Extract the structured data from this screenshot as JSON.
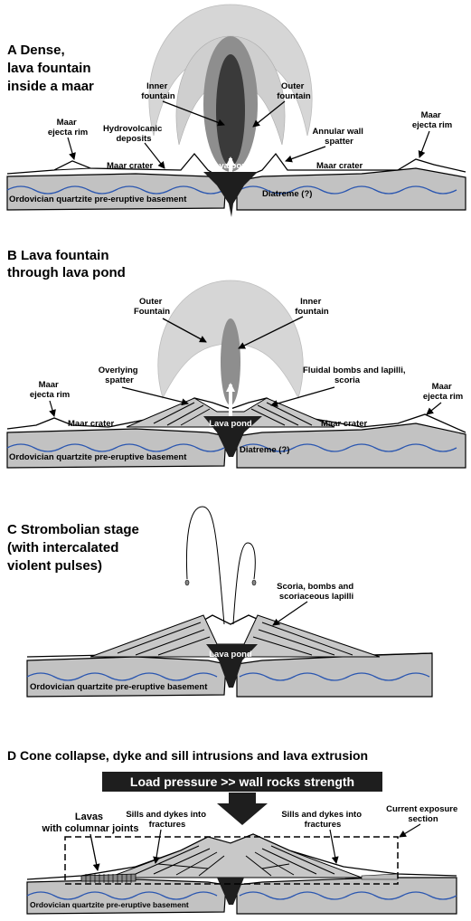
{
  "panels": {
    "a": {
      "title_lines": [
        "A  Dense,",
        "lava fountain",
        "inside a maar"
      ],
      "labels": {
        "inner_fountain": [
          "Inner",
          "fountain"
        ],
        "outer_fountain": [
          "Outer",
          "fountain"
        ],
        "maar_rim_left": [
          "Maar",
          "ejecta rim"
        ],
        "hydrovolcanic": [
          "Hydrovolcanic",
          "deposits"
        ],
        "annular": [
          "Annular wall",
          "spatter"
        ],
        "maar_rim_right": [
          "Maar",
          "ejecta rim"
        ],
        "maar_crater_left": "Maar crater",
        "maar_crater_right": "Maar crater",
        "lava_pond": "Lava pond",
        "basement": "Ordovician quartzite pre-eruptive basement",
        "diatreme": "Diatreme (?)"
      }
    },
    "b": {
      "title_lines": [
        "B  Lava fountain",
        "through lava pond"
      ],
      "labels": {
        "outer_fountain": [
          "Outer",
          "Fountain"
        ],
        "inner_fountain": [
          "Inner",
          "fountain"
        ],
        "overlying": [
          "Overlying",
          "spatter"
        ],
        "fluidal": [
          "Fluidal bombs and lapilli,",
          "scoria"
        ],
        "maar_rim_left": [
          "Maar",
          "ejecta rim"
        ],
        "maar_rim_right": [
          "Maar",
          "ejecta rim"
        ],
        "maar_crater_left": "Maar crater",
        "maar_crater_right": "Maar crater",
        "lava_pond": "Lava pond",
        "basement": "Ordovician quartzite pre-eruptive basement",
        "diatreme": "Diatreme (?)"
      }
    },
    "c": {
      "title_lines": [
        "C  Strombolian stage",
        "(with intercalated",
        "violent pulses)"
      ],
      "labels": {
        "scoria": [
          "Scoria, bombs and",
          "scoriaceous lapilli"
        ],
        "lava_pond": "Lava pond",
        "basement": "Ordovician quartzite pre-eruptive basement"
      }
    },
    "d": {
      "title": "D  Cone collapse, dyke and sill intrusions and lava extrusion",
      "banner": "Load pressure >> wall rocks strength",
      "labels": {
        "lavas": [
          "Lavas",
          "with columnar joints"
        ],
        "sills_left": [
          "Sills and dykes into",
          "fractures"
        ],
        "sills_right": [
          "Sills and dykes into",
          "fractures"
        ],
        "exposure": [
          "Current exposure",
          "section"
        ],
        "basement": "Ordovician quartzite pre-eruptive basement"
      }
    }
  },
  "colors": {
    "basement": "#c2c2c2",
    "wave": "#2a56b0",
    "lava": "#1e1e1e",
    "fountain_light": "#d6d6d6",
    "fountain_mid": "#8e8e8e",
    "fountain_dark": "#3a3a3a"
  }
}
